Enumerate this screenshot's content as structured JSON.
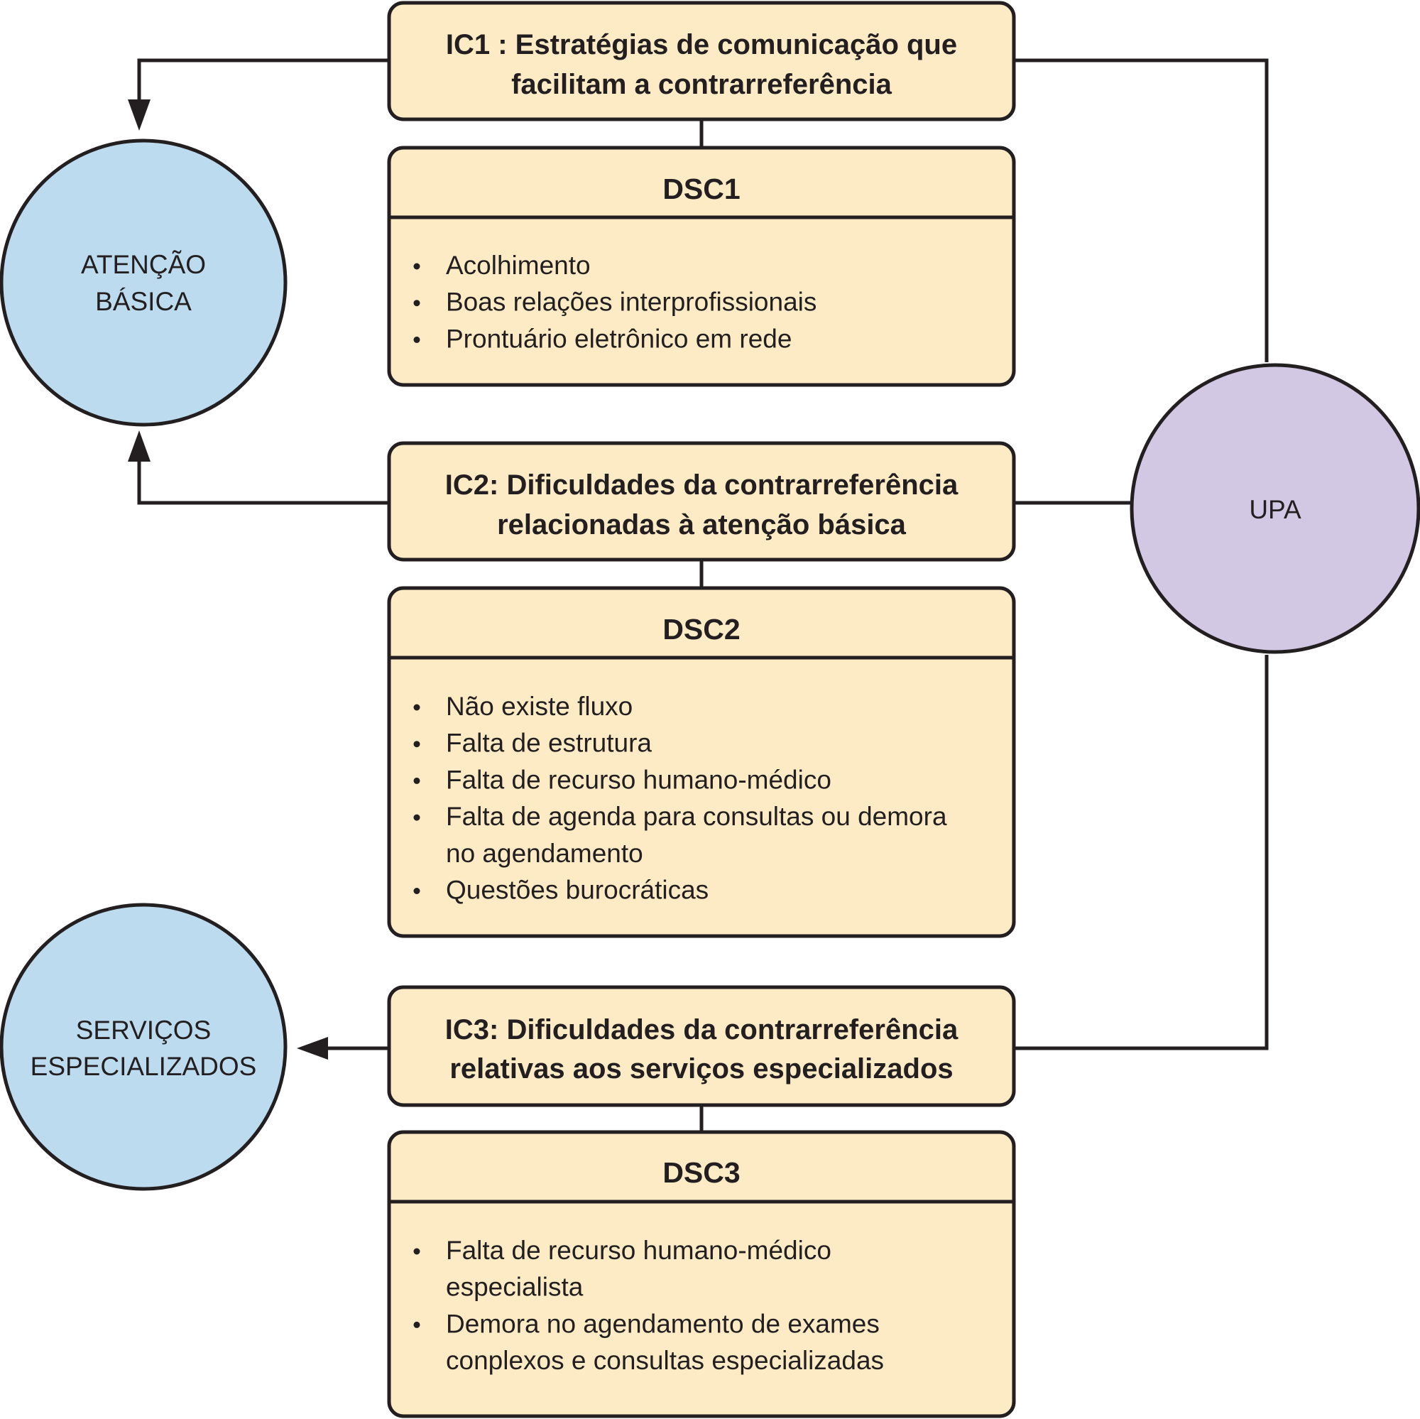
{
  "nodes": {
    "atencao_basica": {
      "lines": [
        "ATENÇÃO",
        "BÁSICA"
      ],
      "color": "#bddbee"
    },
    "servicos_especializados": {
      "lines": [
        "SERVIÇOS",
        "ESPECIALIZADOS"
      ],
      "color": "#bddbee"
    },
    "upa": {
      "lines": [
        "UPA"
      ],
      "color": "#d3c8e3"
    }
  },
  "ic1": {
    "title_lines": [
      "IC1 : Estratégias de comunicação que",
      "facilitam a contrarreferência"
    ]
  },
  "dsc1": {
    "header": "DSC1",
    "items": [
      [
        "Acolhimento"
      ],
      [
        "Boas relações interprofissionais"
      ],
      [
        "Prontuário eletrônico em rede"
      ]
    ]
  },
  "ic2": {
    "title_lines": [
      "IC2: Dificuldades da contrarreferência",
      "relacionadas à atenção básica"
    ]
  },
  "dsc2": {
    "header": "DSC2",
    "items": [
      [
        "Não existe fluxo"
      ],
      [
        "Falta de estrutura"
      ],
      [
        "Falta de recurso humano-médico"
      ],
      [
        "Falta de agenda para consultas ou demora",
        "no agendamento"
      ],
      [
        "Questões burocráticas"
      ]
    ]
  },
  "ic3": {
    "title_lines": [
      "IC3: Dificuldades da contrarreferência",
      "relativas aos serviços especializados"
    ]
  },
  "dsc3": {
    "header": "DSC3",
    "items": [
      [
        "Falta de recurso humano-médico",
        "especialista"
      ],
      [
        "Demora no agendamento de exames",
        "conplexos e consultas especializadas"
      ]
    ]
  },
  "colors": {
    "box_fill": "#fdebc6",
    "stroke": "#231f20",
    "text": "#231f20"
  }
}
